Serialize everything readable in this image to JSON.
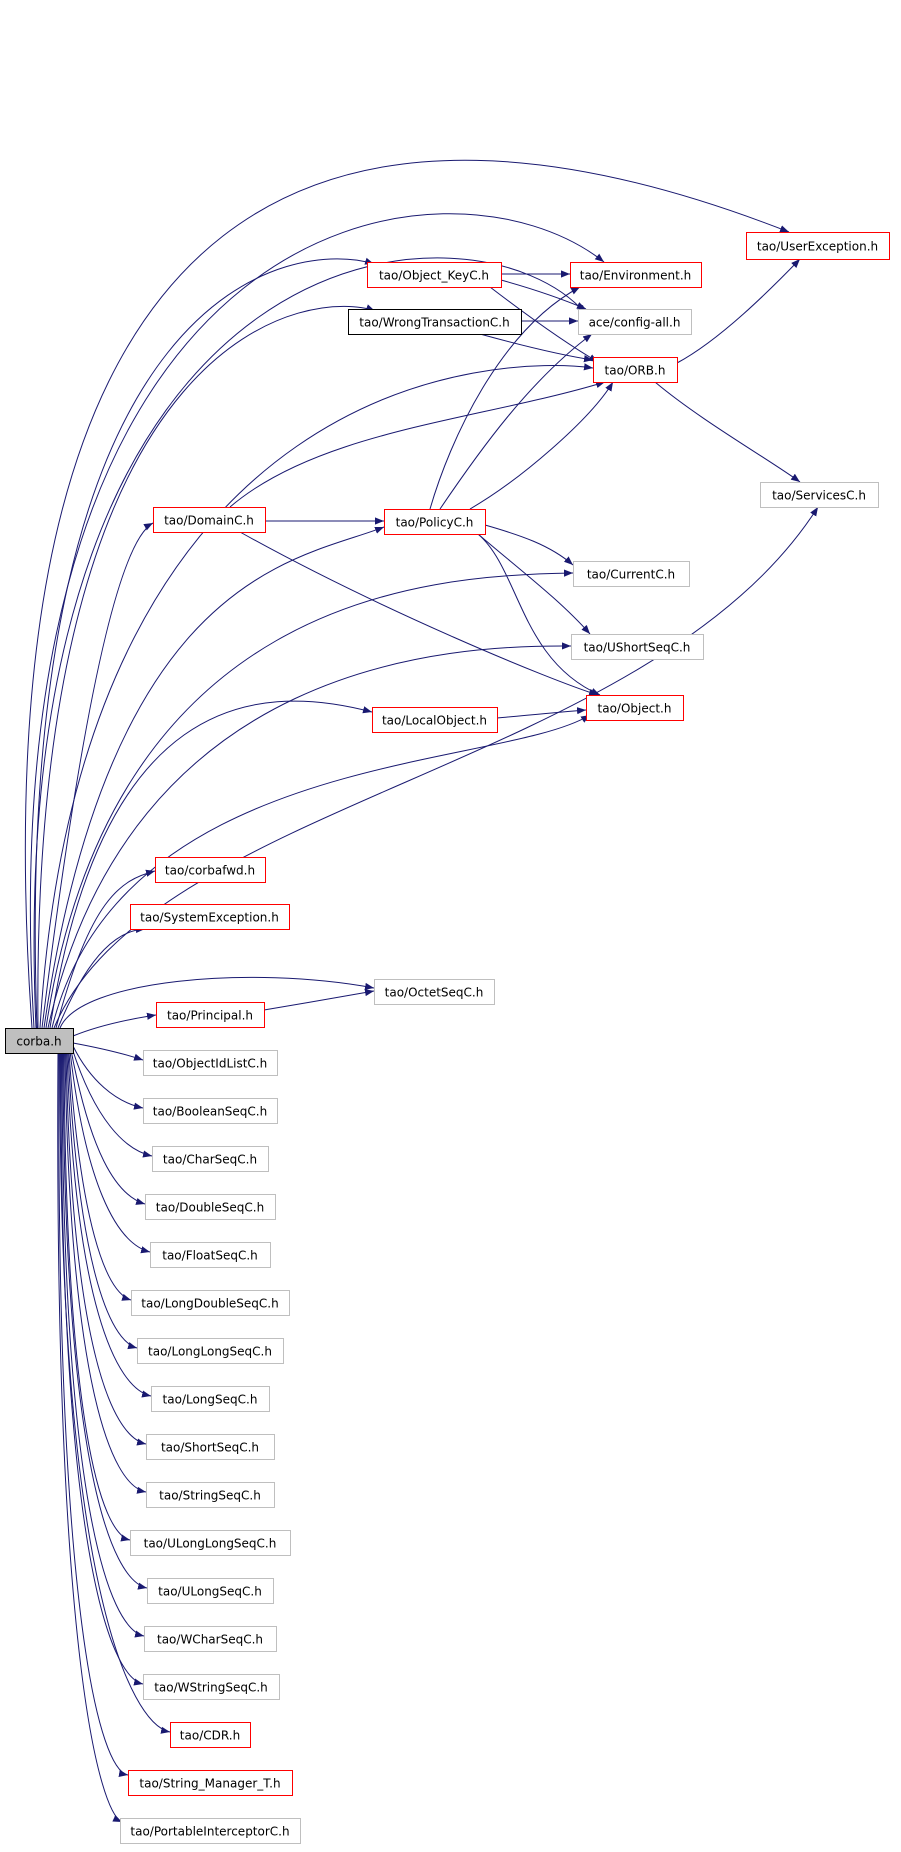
{
  "graph": {
    "colors": {
      "edge": "#191970",
      "root_fill": "#bfbfbf",
      "root_border": "#000000",
      "documented_border": "#ff0000",
      "plain_border": "#000000",
      "undocumented_border": "#bfbfbf"
    },
    "nodes": [
      {
        "id": "corba",
        "label": "corba.h",
        "kind": "root"
      },
      {
        "id": "userexc",
        "label": "tao/UserException.h",
        "kind": "documented"
      },
      {
        "id": "objkey",
        "label": "tao/Object_KeyC.h",
        "kind": "documented"
      },
      {
        "id": "env",
        "label": "tao/Environment.h",
        "kind": "documented"
      },
      {
        "id": "wrongtx",
        "label": "tao/WrongTransactionC.h",
        "kind": "plain"
      },
      {
        "id": "config",
        "label": "ace/config-all.h",
        "kind": "undocumented"
      },
      {
        "id": "orb",
        "label": "tao/ORB.h",
        "kind": "documented"
      },
      {
        "id": "services",
        "label": "tao/ServicesC.h",
        "kind": "undocumented"
      },
      {
        "id": "domain",
        "label": "tao/DomainC.h",
        "kind": "documented"
      },
      {
        "id": "policy",
        "label": "tao/PolicyC.h",
        "kind": "documented"
      },
      {
        "id": "current",
        "label": "tao/CurrentC.h",
        "kind": "undocumented"
      },
      {
        "id": "ushortseq",
        "label": "tao/UShortSeqC.h",
        "kind": "undocumented"
      },
      {
        "id": "localobj",
        "label": "tao/LocalObject.h",
        "kind": "documented"
      },
      {
        "id": "object",
        "label": "tao/Object.h",
        "kind": "documented"
      },
      {
        "id": "corbafwd",
        "label": "tao/corbafwd.h",
        "kind": "documented"
      },
      {
        "id": "sysexc",
        "label": "tao/SystemException.h",
        "kind": "documented"
      },
      {
        "id": "octetseq",
        "label": "tao/OctetSeqC.h",
        "kind": "undocumented"
      },
      {
        "id": "principal",
        "label": "tao/Principal.h",
        "kind": "documented"
      },
      {
        "id": "objidlist",
        "label": "tao/ObjectIdListC.h",
        "kind": "undocumented"
      },
      {
        "id": "boolseq",
        "label": "tao/BooleanSeqC.h",
        "kind": "undocumented"
      },
      {
        "id": "charseq",
        "label": "tao/CharSeqC.h",
        "kind": "undocumented"
      },
      {
        "id": "doubleseq",
        "label": "tao/DoubleSeqC.h",
        "kind": "undocumented"
      },
      {
        "id": "floatseq",
        "label": "tao/FloatSeqC.h",
        "kind": "undocumented"
      },
      {
        "id": "longdoubleseq",
        "label": "tao/LongDoubleSeqC.h",
        "kind": "undocumented"
      },
      {
        "id": "longlongseq",
        "label": "tao/LongLongSeqC.h",
        "kind": "undocumented"
      },
      {
        "id": "longseq",
        "label": "tao/LongSeqC.h",
        "kind": "undocumented"
      },
      {
        "id": "shortseq",
        "label": "tao/ShortSeqC.h",
        "kind": "undocumented"
      },
      {
        "id": "stringseq",
        "label": "tao/StringSeqC.h",
        "kind": "undocumented"
      },
      {
        "id": "ulonglongseq",
        "label": "tao/ULongLongSeqC.h",
        "kind": "undocumented"
      },
      {
        "id": "ulongseq",
        "label": "tao/ULongSeqC.h",
        "kind": "undocumented"
      },
      {
        "id": "wcharseq",
        "label": "tao/WCharSeqC.h",
        "kind": "undocumented"
      },
      {
        "id": "wstringseq",
        "label": "tao/WStringSeqC.h",
        "kind": "undocumented"
      },
      {
        "id": "cdr",
        "label": "tao/CDR.h",
        "kind": "documented"
      },
      {
        "id": "strmgr",
        "label": "tao/String_Manager_T.h",
        "kind": "documented"
      },
      {
        "id": "portableint",
        "label": "tao/PortableInterceptorC.h",
        "kind": "undocumented"
      }
    ],
    "edges": [
      {
        "from": "corba",
        "to": "userexc"
      },
      {
        "from": "corba",
        "to": "env"
      },
      {
        "from": "corba",
        "to": "config"
      },
      {
        "from": "corba",
        "to": "objkey"
      },
      {
        "from": "corba",
        "to": "wrongtx"
      },
      {
        "from": "corba",
        "to": "orb"
      },
      {
        "from": "corba",
        "to": "domain"
      },
      {
        "from": "corba",
        "to": "policy"
      },
      {
        "from": "corba",
        "to": "current"
      },
      {
        "from": "corba",
        "to": "ushortseq"
      },
      {
        "from": "corba",
        "to": "localobj"
      },
      {
        "from": "corba",
        "to": "object"
      },
      {
        "from": "corba",
        "to": "services"
      },
      {
        "from": "corba",
        "to": "corbafwd"
      },
      {
        "from": "corba",
        "to": "sysexc"
      },
      {
        "from": "corba",
        "to": "octetseq"
      },
      {
        "from": "corba",
        "to": "principal"
      },
      {
        "from": "corba",
        "to": "objidlist"
      },
      {
        "from": "corba",
        "to": "boolseq"
      },
      {
        "from": "corba",
        "to": "charseq"
      },
      {
        "from": "corba",
        "to": "doubleseq"
      },
      {
        "from": "corba",
        "to": "floatseq"
      },
      {
        "from": "corba",
        "to": "longdoubleseq"
      },
      {
        "from": "corba",
        "to": "longlongseq"
      },
      {
        "from": "corba",
        "to": "longseq"
      },
      {
        "from": "corba",
        "to": "shortseq"
      },
      {
        "from": "corba",
        "to": "stringseq"
      },
      {
        "from": "corba",
        "to": "ulonglongseq"
      },
      {
        "from": "corba",
        "to": "ulongseq"
      },
      {
        "from": "corba",
        "to": "wcharseq"
      },
      {
        "from": "corba",
        "to": "wstringseq"
      },
      {
        "from": "corba",
        "to": "cdr"
      },
      {
        "from": "corba",
        "to": "strmgr"
      },
      {
        "from": "corba",
        "to": "portableint"
      },
      {
        "from": "objkey",
        "to": "env"
      },
      {
        "from": "objkey",
        "to": "config"
      },
      {
        "from": "objkey",
        "to": "orb"
      },
      {
        "from": "wrongtx",
        "to": "config"
      },
      {
        "from": "wrongtx",
        "to": "orb"
      },
      {
        "from": "orb",
        "to": "userexc"
      },
      {
        "from": "orb",
        "to": "services"
      },
      {
        "from": "domain",
        "to": "orb"
      },
      {
        "from": "domain",
        "to": "policy"
      },
      {
        "from": "domain",
        "to": "object"
      },
      {
        "from": "policy",
        "to": "env"
      },
      {
        "from": "policy",
        "to": "config"
      },
      {
        "from": "policy",
        "to": "orb"
      },
      {
        "from": "policy",
        "to": "current"
      },
      {
        "from": "policy",
        "to": "ushortseq"
      },
      {
        "from": "policy",
        "to": "object"
      },
      {
        "from": "localobj",
        "to": "object"
      },
      {
        "from": "principal",
        "to": "octetseq"
      }
    ]
  }
}
